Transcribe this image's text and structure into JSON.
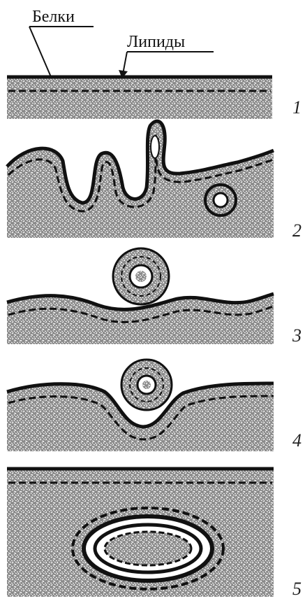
{
  "labels": {
    "proteins": "Белки",
    "lipids": "Липиды"
  },
  "stages": [
    {
      "number": "1"
    },
    {
      "number": "2"
    },
    {
      "number": "3"
    },
    {
      "number": "4"
    },
    {
      "number": "5"
    }
  ],
  "colors": {
    "ink": "#111111",
    "cytoplasm": "#7a7a7a",
    "background": "#ffffff"
  }
}
